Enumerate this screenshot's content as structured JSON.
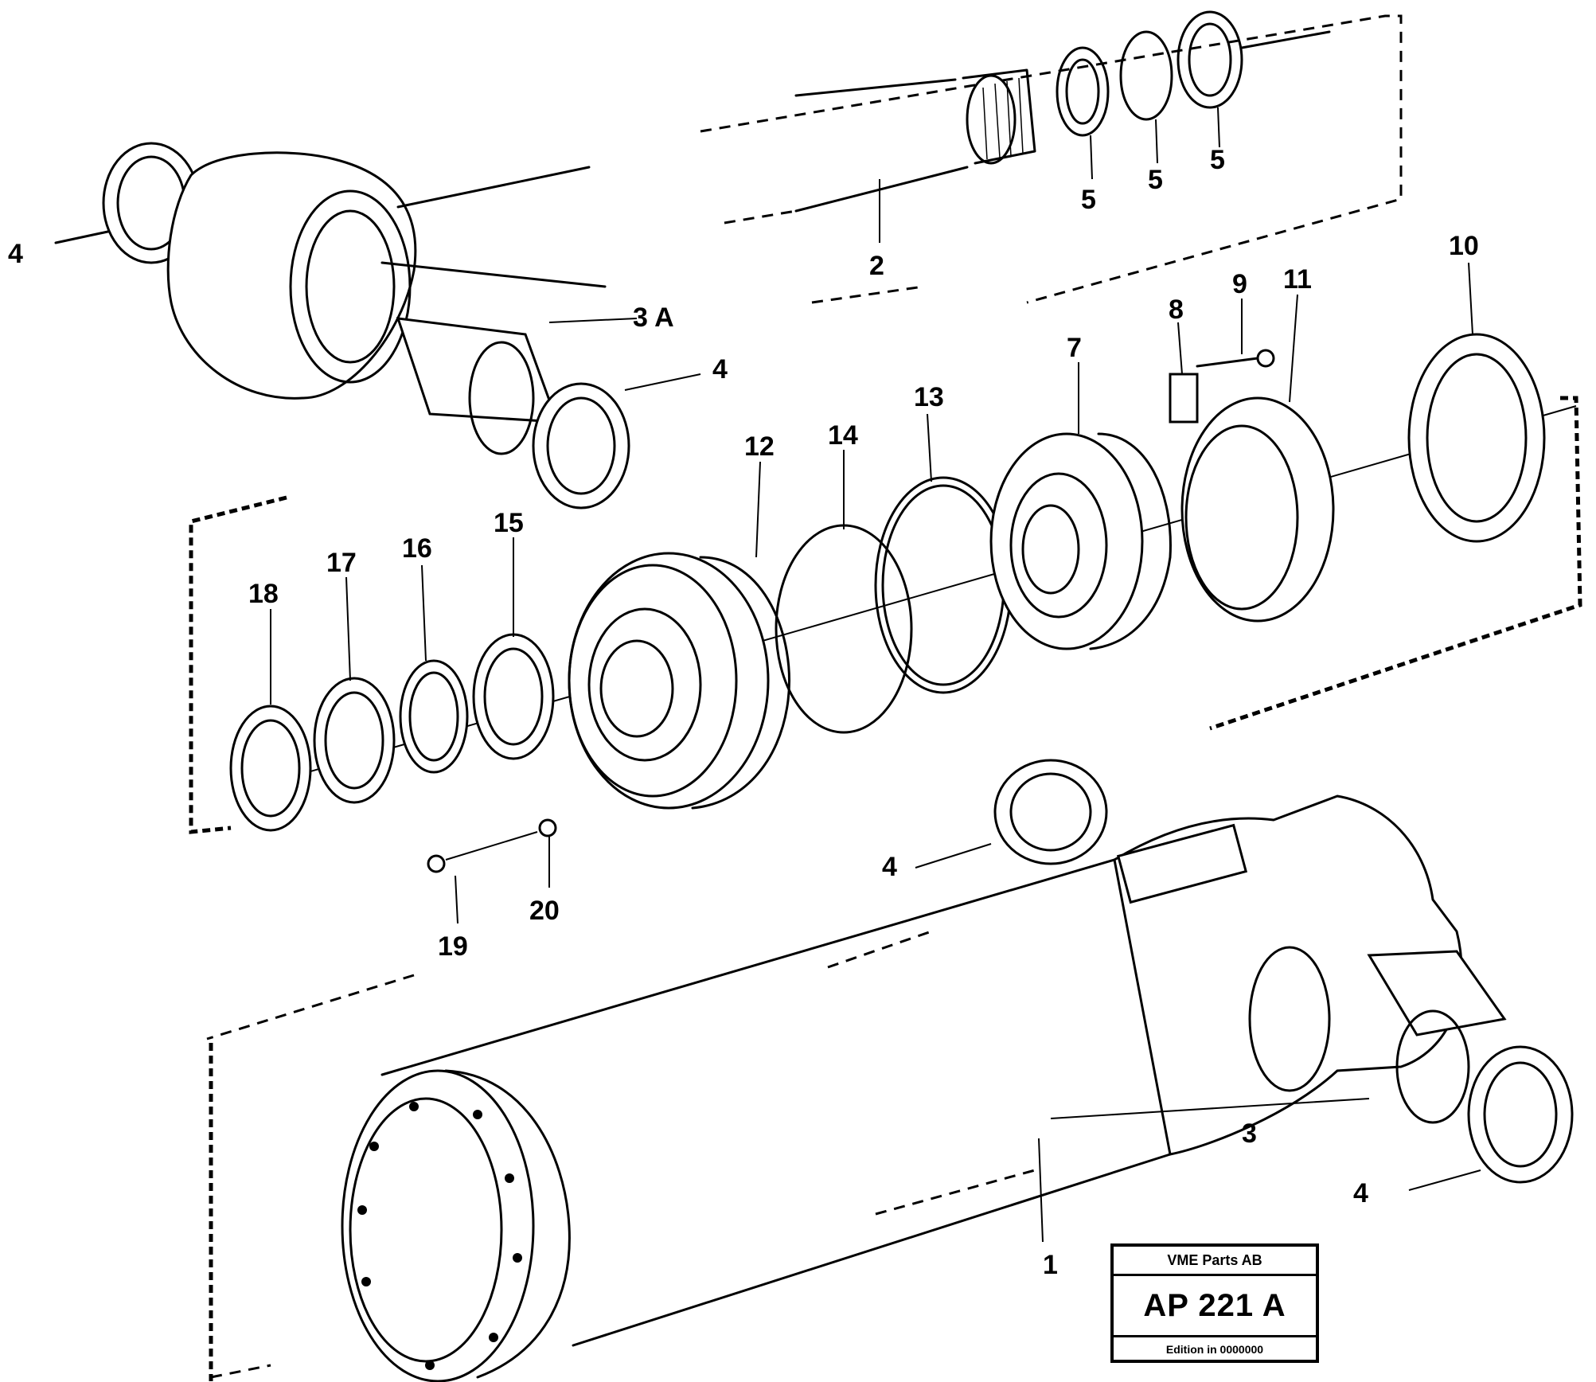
{
  "callouts": {
    "c_1": "1",
    "c_2": "2",
    "c_3": "3",
    "c_3a": "3 A",
    "c_4_topleft": "4",
    "c_4_mid": "4",
    "c_4_right": "4",
    "c_4_bottom": "4",
    "c_5a": "5",
    "c_5b": "5",
    "c_5c": "5",
    "c_7": "7",
    "c_8": "8",
    "c_9": "9",
    "c_10": "10",
    "c_11": "11",
    "c_12": "12",
    "c_13": "13",
    "c_14": "14",
    "c_15": "15",
    "c_16": "16",
    "c_17": "17",
    "c_18": "18",
    "c_19": "19",
    "c_20": "20"
  },
  "stamp": {
    "company": "VME Parts AB",
    "code": "AP 221 A",
    "note": "Edition in 0000000"
  }
}
